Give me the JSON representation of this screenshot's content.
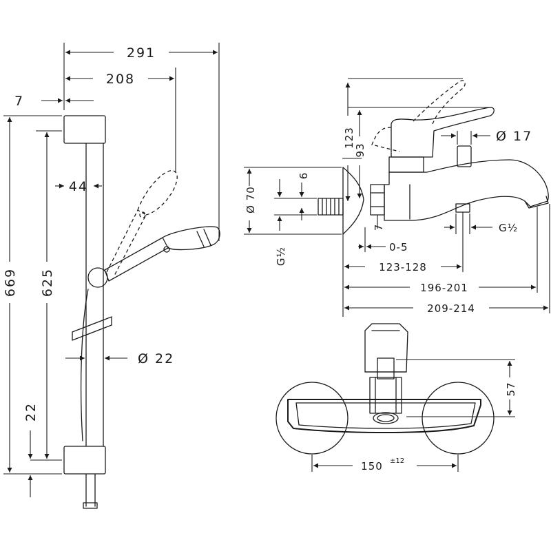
{
  "shower_rail": {
    "dim_total_width": "291",
    "dim_rail_to_head": "208",
    "dim_wall_offset": "7",
    "dim_bracket_offset": "44",
    "dim_total_height": "669",
    "dim_rail_length": "625",
    "dim_bottom": "22",
    "dim_rail_diameter": "Ø 22"
  },
  "bath_mixer_side": {
    "dim_lever_lift": "123",
    "dim_lever_height": "93",
    "dim_diverter_diameter": "Ø 17",
    "dim_rosette_diameter": "Ø 70",
    "dim_six": "6",
    "dim_seven": "7",
    "dim_thread_left": "G½",
    "dim_thread_right": "G½",
    "dim_rosette_gap": "0-5",
    "dim_spout_a": "123-128",
    "dim_spout_b": "196-201",
    "dim_spout_total": "209-214"
  },
  "bath_mixer_front": {
    "dim_height": "57",
    "dim_centers": "150",
    "dim_centers_tolerance": "±12"
  }
}
